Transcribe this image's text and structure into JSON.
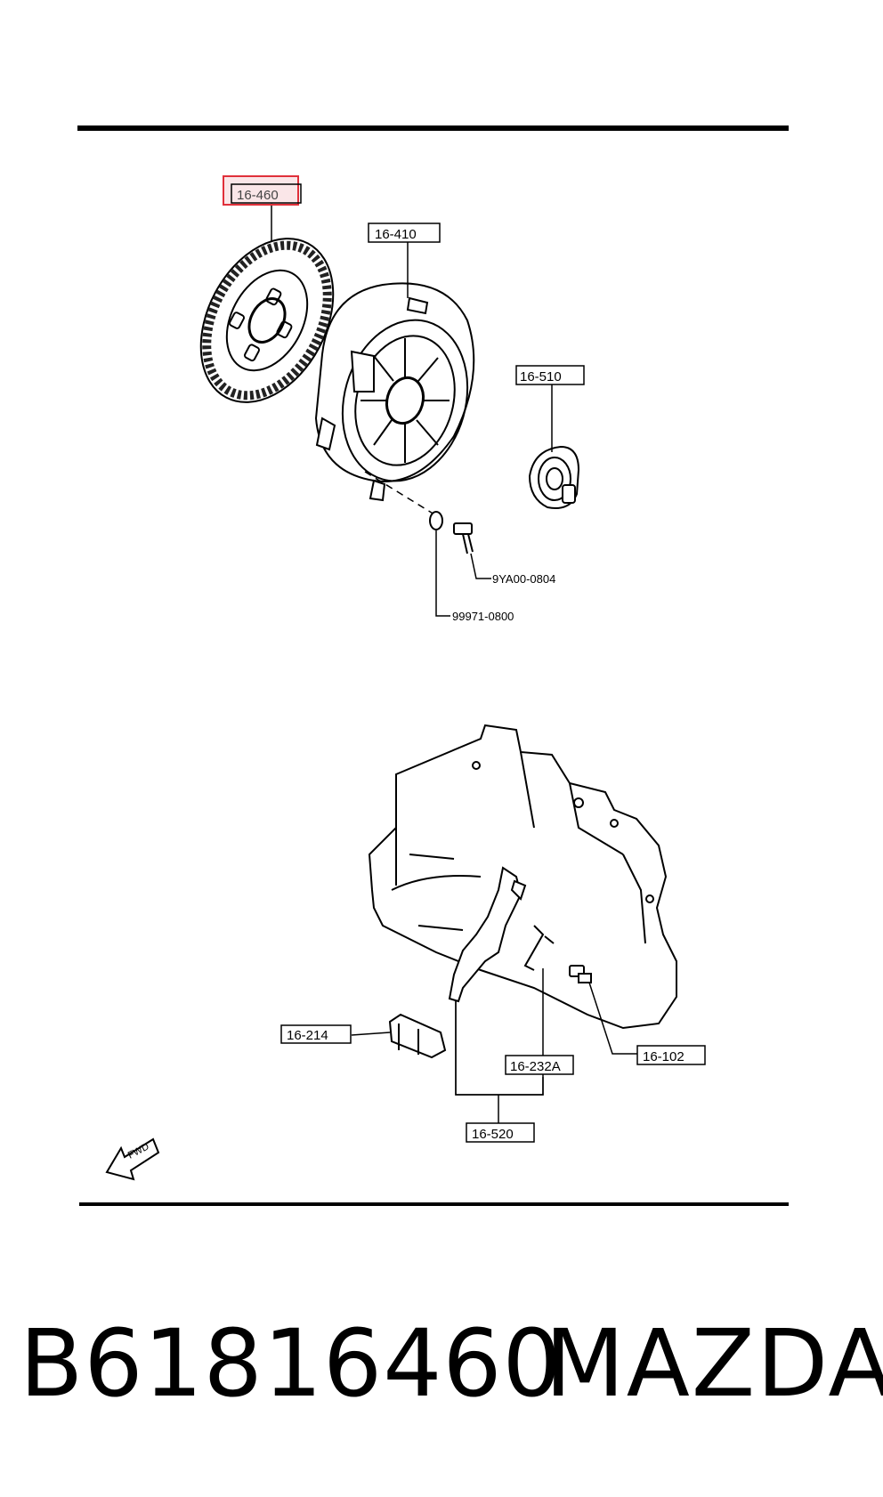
{
  "diagram": {
    "callouts": {
      "clutch_disc": "16-460",
      "pressure_plate": "16-410",
      "release_bearing": "16-510",
      "bolt": "9YA00-0804",
      "washer": "99971-0800",
      "clutch_hose": "16-214",
      "pivot_pin": "16-232A",
      "bolt_102": "16-102",
      "release_fork": "16-520"
    },
    "direction_arrow": "FWD",
    "highlight_color": "#e0303a"
  },
  "footer": {
    "part_number": "B61816460",
    "brand": "MAZDA"
  }
}
